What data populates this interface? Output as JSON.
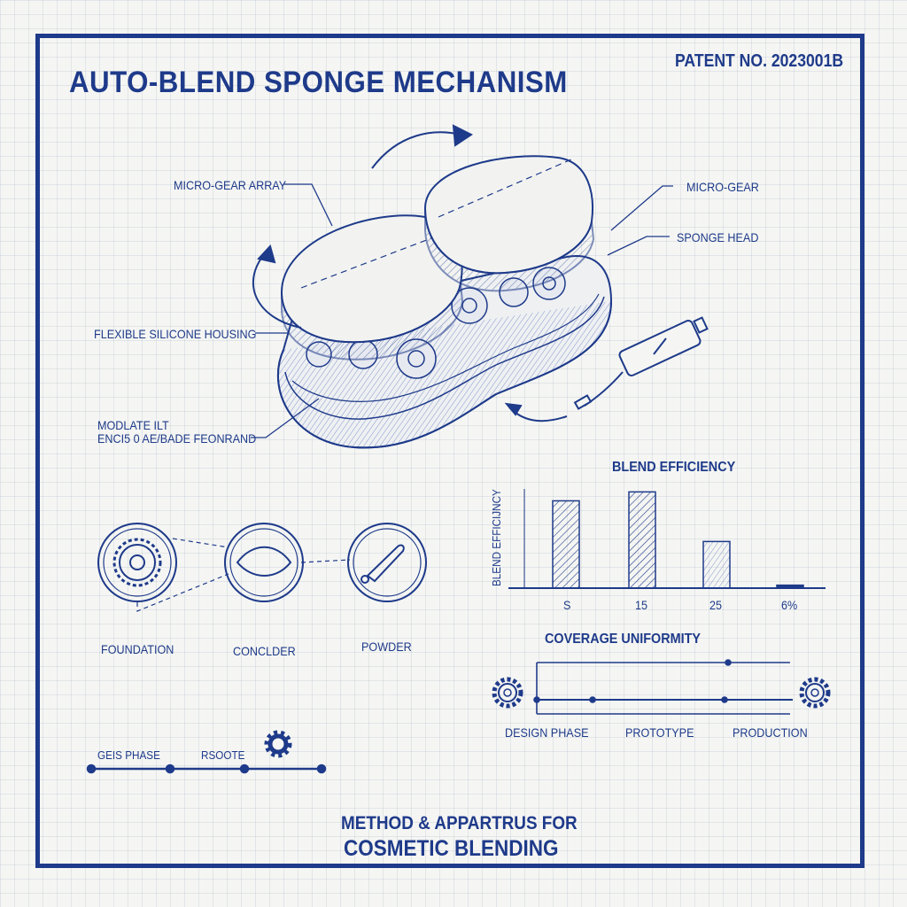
{
  "header": {
    "title": "AUTO-BLEND SPONGE MECHANISM",
    "patent": "PATENT NO. 2023001B"
  },
  "callouts": {
    "micro_gear_array": "MICRO-GEAR ARRAY",
    "micro_gear": "MICRO-GEAR",
    "sponge_head": "SPONGE HEAD",
    "flexible_housing": "FLEXIBLE SILICONE HOUSING",
    "module_line1": "MODLATE ILT",
    "module_line2": "ENCI5 0 AE/BADE FEONRAND"
  },
  "modes": [
    {
      "label": "FOUNDATION",
      "icon": "gear-icon"
    },
    {
      "label": "CONCLDER",
      "icon": "lens-icon"
    },
    {
      "label": "POWDER",
      "icon": "brush-icon"
    }
  ],
  "timeline_left": {
    "labels": [
      "GEIS PHASE",
      "RSOOTE"
    ],
    "icon": "gear-icon"
  },
  "chart_data": [
    {
      "type": "bar",
      "title": "BLEND EFFICIENCY",
      "ylabel": "BLEND EFFICIJNCY",
      "categories": [
        "S",
        "15",
        "25",
        "6%"
      ],
      "values": [
        88,
        97,
        47,
        3
      ],
      "ylim": [
        0,
        100
      ],
      "grid": false
    }
  ],
  "coverage": {
    "title": "COVERAGE UNIFORMITY",
    "stages": [
      "DESIGN PHASE",
      "PROTOTYPE",
      "PRODUCTION"
    ]
  },
  "footer": {
    "line1": "METHOD & APPARTRUS FOR",
    "line2": "COSMETIC BLENDING"
  },
  "colors": {
    "ink": "#1e3a8a",
    "paper": "#f5f6f3"
  }
}
